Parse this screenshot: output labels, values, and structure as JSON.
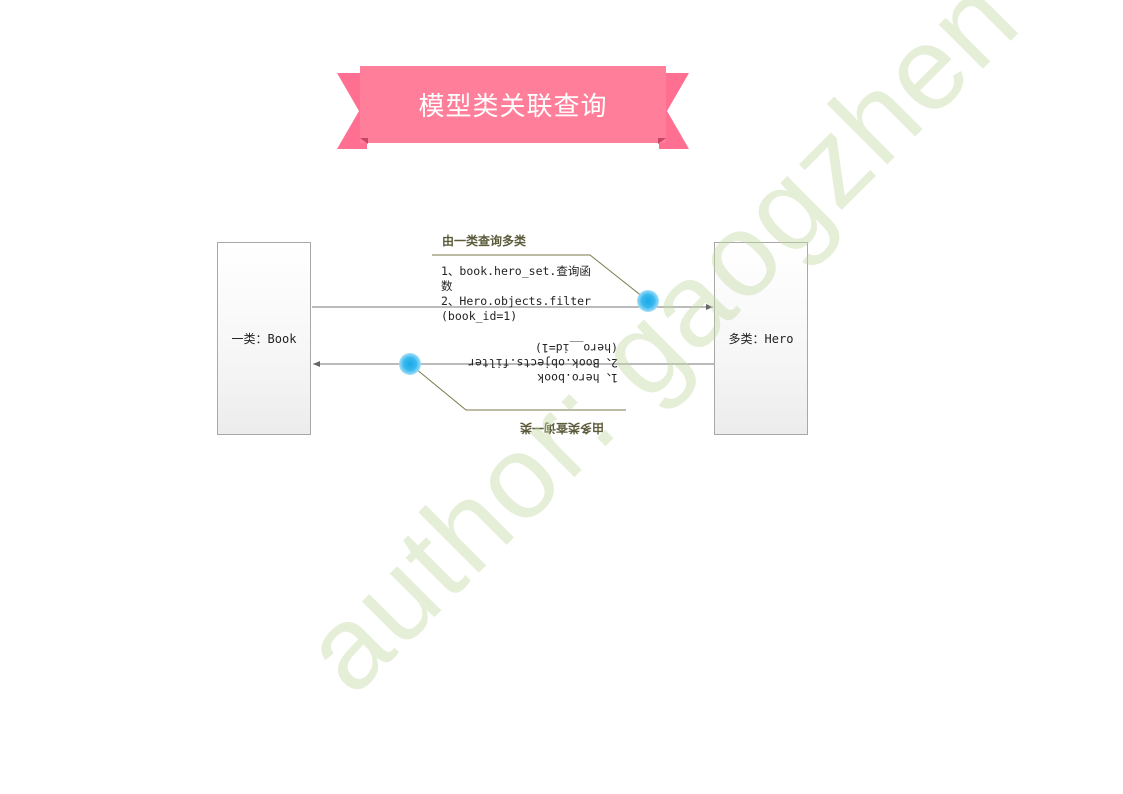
{
  "title": "模型类关联查询",
  "classes": {
    "one": "一类：Book",
    "many": "多类：Hero"
  },
  "one_to_many": {
    "title": "由一类查询多类",
    "methods": [
      "1、book.hero_set.查询函数",
      "2、Hero.objects.filter(book_id=1)"
    ]
  },
  "many_to_one": {
    "title": "由多类查询一类",
    "methods": [
      "1、hero.book",
      "2、Book.objects.filter(hero__id=1)"
    ]
  },
  "watermark": "author: gaogzhen",
  "colors": {
    "banner": "#ff7f9a",
    "banner_tail": "#ff6f91",
    "callout_title": "#5c5c3c",
    "dot": "#1aa9e6",
    "watermark": "#c1d6a0"
  }
}
